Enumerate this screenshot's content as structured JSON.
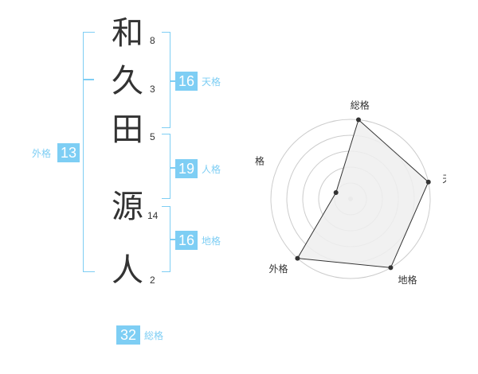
{
  "name": {
    "chars": [
      {
        "char": "和",
        "strokes": "8"
      },
      {
        "char": "久",
        "strokes": "3"
      },
      {
        "char": "田",
        "strokes": "5"
      },
      {
        "char": "源",
        "strokes": "14"
      },
      {
        "char": "人",
        "strokes": "2"
      }
    ]
  },
  "kaku": {
    "tenkaku": {
      "value": "16",
      "label": "天格"
    },
    "jinkaku": {
      "value": "19",
      "label": "人格"
    },
    "chikaku": {
      "value": "16",
      "label": "地格"
    },
    "gaikaku": {
      "value": "13",
      "label": "外格"
    },
    "soukaku": {
      "value": "32",
      "label": "総格"
    }
  },
  "chart_data": {
    "type": "radar",
    "axes": [
      "総格",
      "天格",
      "地格",
      "外格",
      "人格"
    ],
    "rings": 5,
    "range": [
      0,
      5
    ],
    "values": [
      5,
      5,
      5,
      5,
      1
    ],
    "colors": {
      "fill": "#efefef",
      "line": "#333333",
      "ring": "#cccccc",
      "accent": "#7ecef4"
    }
  }
}
